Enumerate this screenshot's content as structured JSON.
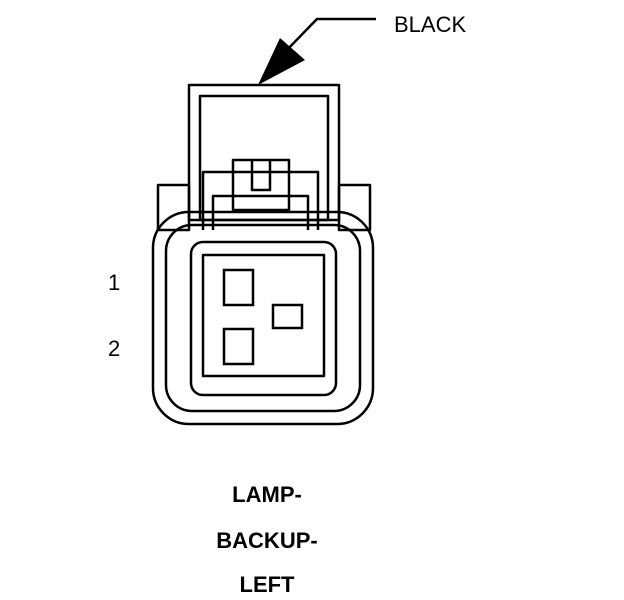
{
  "connector": {
    "color_callout": "BLACK",
    "pins": [
      {
        "number": "1"
      },
      {
        "number": "2"
      }
    ],
    "title_lines": [
      "LAMP-",
      "BACKUP-",
      "LEFT"
    ]
  }
}
